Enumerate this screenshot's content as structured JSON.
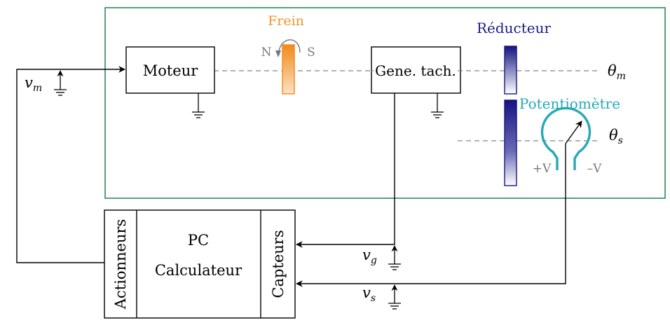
{
  "colors": {
    "frame": "#2e8b57",
    "frein": "#f0962a",
    "reducteur": "#1c1c8a",
    "potentiometre": "#27a9b5",
    "shaft": "#9a9a9a",
    "wire": "#000000"
  },
  "blocks": {
    "moteur": "Moteur",
    "tach": "Gene. tach.",
    "pc_line1": "PC",
    "pc_line2": "Calculateur",
    "actionneurs": "Actionneurs",
    "capteurs": "Capteurs"
  },
  "frein": {
    "title": "Frein",
    "north": "N",
    "south": "S"
  },
  "reducteur": {
    "title": "Réducteur"
  },
  "potentiometre": {
    "title": "Potentiomètre",
    "plus": "+V",
    "minus": "–V"
  },
  "signals": {
    "vm_base": "v",
    "vm_sub": "m",
    "vg_base": "v",
    "vg_sub": "g",
    "vs_base": "v",
    "vs_sub": "s",
    "theta_m_base": "θ",
    "theta_m_sub": "m",
    "theta_s_base": "θ",
    "theta_s_sub": "s"
  }
}
